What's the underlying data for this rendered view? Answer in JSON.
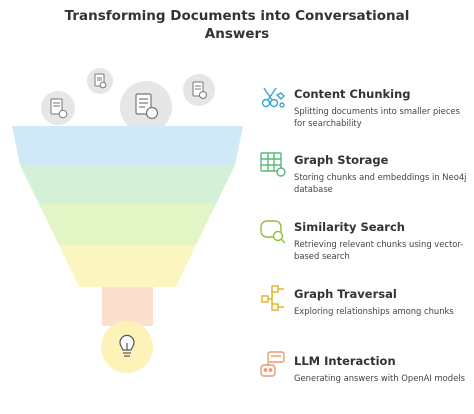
{
  "title_lines": [
    "Transforming Documents into Conversational",
    "Answers"
  ],
  "steps": [
    {
      "title": "Content Chunking",
      "description": "Splitting documents into smaller pieces for searchability",
      "icon": "scissors-icon",
      "color": "#3aa6c9"
    },
    {
      "title": "Graph Storage",
      "description": "Storing chunks and embeddings in Neo4j database",
      "icon": "table-icon",
      "color": "#58b878"
    },
    {
      "title": "Similarity Search",
      "description": "Retrieving relevant chunks using vector-based search",
      "icon": "search-icon",
      "color": "#8cbf3c"
    },
    {
      "title": "Graph Traversal",
      "description": "Exploring relationships among chunks",
      "icon": "flowchart-icon",
      "color": "#e0b020"
    },
    {
      "title": "LLM Interaction",
      "description": "Generating answers with OpenAI models",
      "icon": "robot-chat-icon",
      "color": "#e89a6a"
    }
  ],
  "funnel_colors": [
    "#cfe9f7",
    "#d4f1d8",
    "#e3f5c4",
    "#fbf5c0",
    "#fbe0d0",
    "#fdf3b9"
  ],
  "bubble_icons": [
    "document-download-icon",
    "document-download-icon",
    "document-download-icon",
    "document-download-icon"
  ],
  "bottom_icon": "lightbulb-icon"
}
